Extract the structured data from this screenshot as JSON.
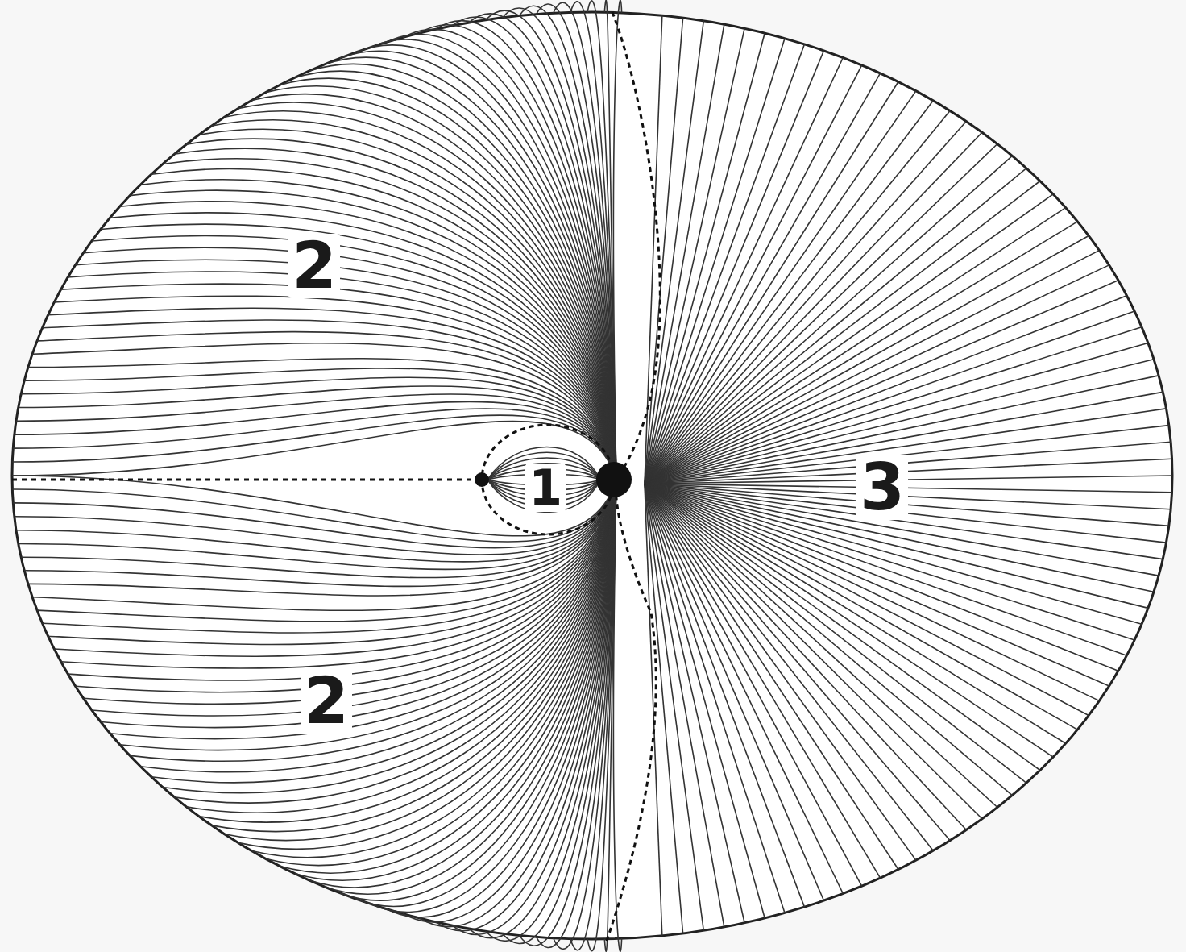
{
  "diagram": {
    "labels": [
      "2",
      "1",
      "3",
      "2"
    ]
  }
}
